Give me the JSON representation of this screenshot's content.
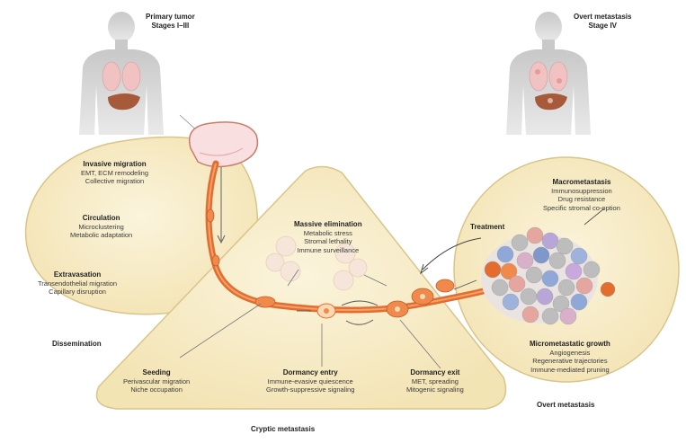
{
  "figures": {
    "primary": {
      "title": "Primary tumor",
      "subtitle": "Stages I–III"
    },
    "overt": {
      "title": "Overt metastasis",
      "subtitle": "Stage IV"
    }
  },
  "regions": {
    "dissemination": "Dissemination",
    "cryptic": "Cryptic metastasis",
    "overt": "Overt metastasis"
  },
  "steps": {
    "invasive": {
      "title": "Invasive migration",
      "lines": [
        "EMT, ECM remodeling",
        "Collective migration"
      ]
    },
    "circulation": {
      "title": "Circulation",
      "lines": [
        "Microclustering",
        "Metabolic adaptation"
      ]
    },
    "extravasation": {
      "title": "Extravasation",
      "lines": [
        "Transendothelial migration",
        "Capillary disruption"
      ]
    },
    "elimination": {
      "title": "Massive elimination",
      "lines": [
        "Metabolic stress",
        "Stromal lethality",
        "Immune surveillance"
      ]
    },
    "seeding": {
      "title": "Seeding",
      "lines": [
        "Perivascular migration",
        "Niche occupation"
      ]
    },
    "dormancy_entry": {
      "title": "Dormancy entry",
      "lines": [
        "Immune-evasive quiescence",
        "Growth-suppressive signaling"
      ]
    },
    "dormancy_exit": {
      "title": "Dormancy exit",
      "lines": [
        "MET, spreading",
        "Mitogenic signaling"
      ]
    },
    "treatment": {
      "title": "Treatment"
    },
    "macro": {
      "title": "Macrometastasis",
      "lines": [
        "Immunosuppression",
        "Drug resistance",
        "Specific stromal co-option"
      ]
    },
    "micro": {
      "title": "Micrometastatic growth",
      "lines": [
        "Angiogenesis",
        "Regenerative trajectories",
        "Immune-mediated pruning"
      ]
    }
  },
  "colors": {
    "region_fill": "#f7edc8",
    "region_stroke": "#d9c48a",
    "vessel": "#e36d2e",
    "vessel_light": "#f2a16c",
    "body": "#b7b7b7",
    "lung": "#f1c2c2",
    "liver": "#a65a3a"
  }
}
